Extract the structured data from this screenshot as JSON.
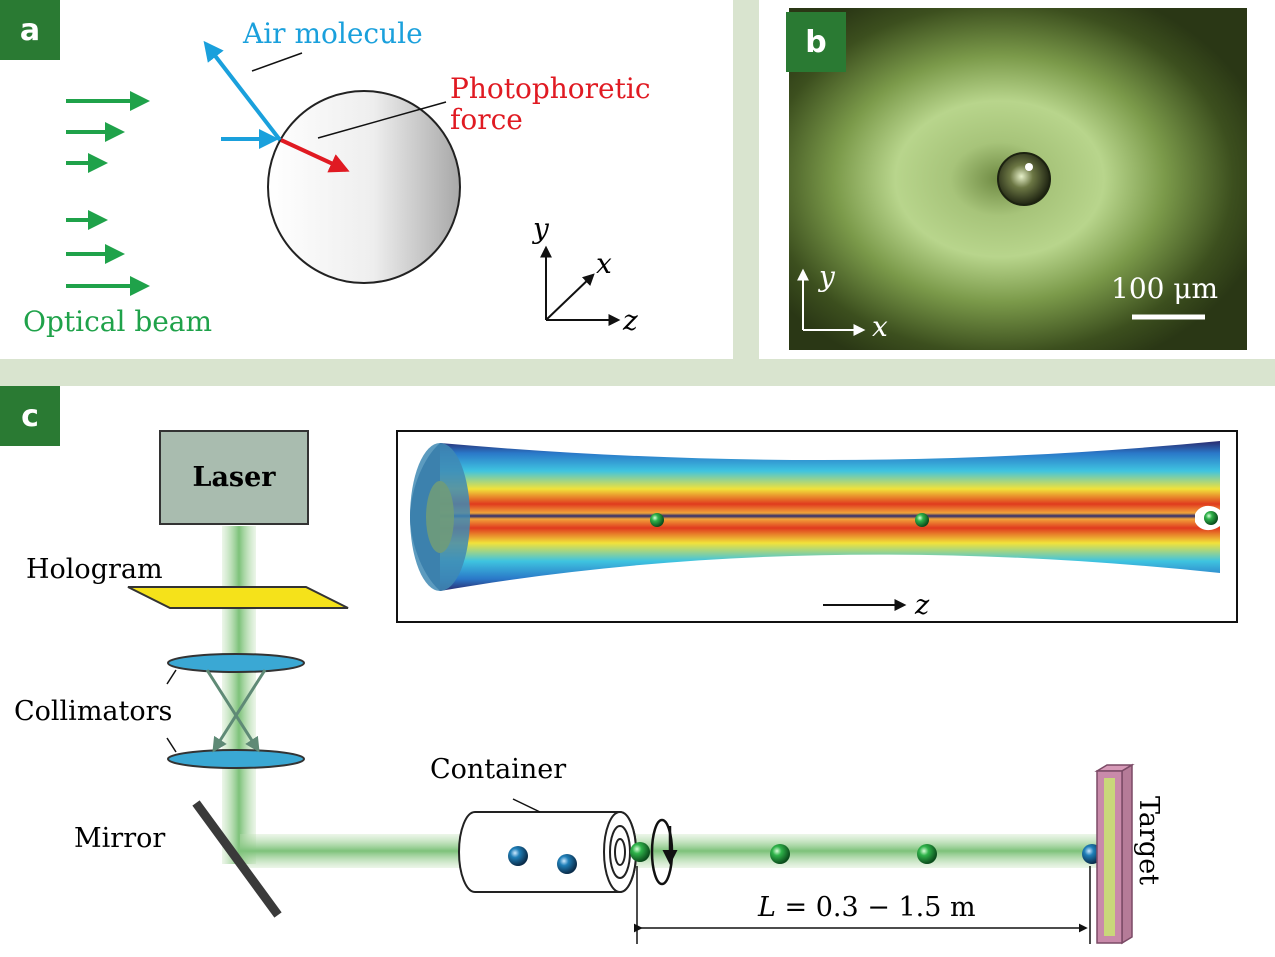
{
  "panel_a": {
    "badge": "a",
    "air_molecule_label": "Air molecule",
    "force_label_line1": "Photophoretic",
    "force_label_line2": "force",
    "beam_label": "Optical beam",
    "axis_y": "y",
    "axis_x": "x",
    "axis_z": "z",
    "colors": {
      "beam": "#1fa24a",
      "air": "#1aa0dc",
      "force": "#e01a22"
    }
  },
  "panel_b": {
    "badge": "b",
    "axis_y": "y",
    "axis_x": "x",
    "scale_bar_label": "100 μm"
  },
  "panel_c": {
    "badge": "c",
    "laser_label": "Laser",
    "hologram_label": "Hologram",
    "collimators_label": "Collimators",
    "mirror_label": "Mirror",
    "container_label": "Container",
    "target_label": "Target",
    "distance_label_var": "L",
    "distance_label_value": " = 0.3 − 1.5 m",
    "inset_axis_z": "z"
  }
}
